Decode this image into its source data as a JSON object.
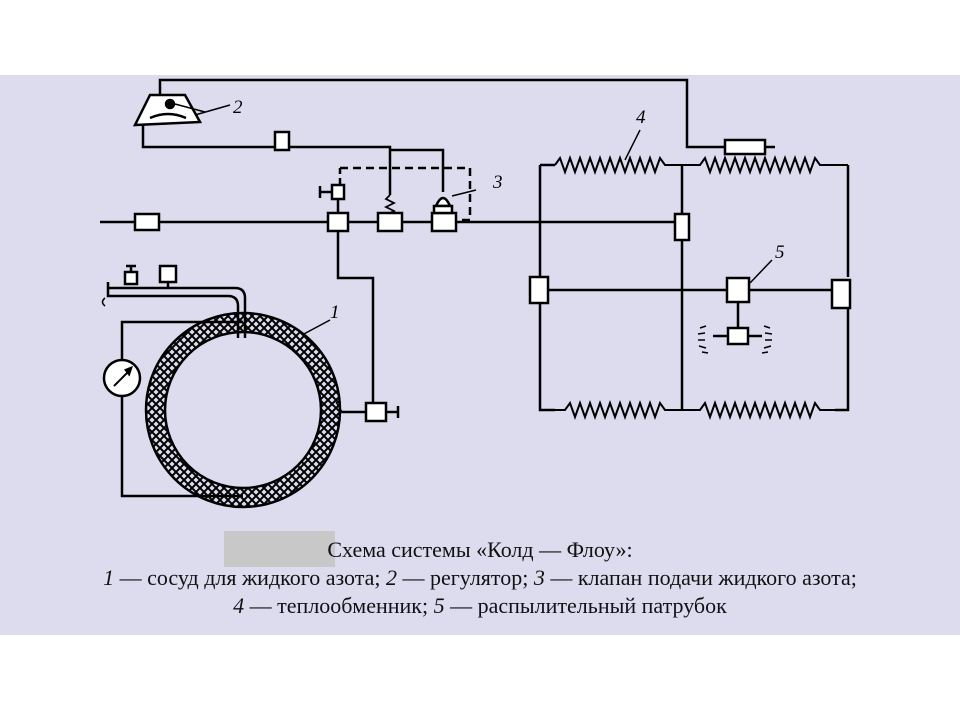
{
  "diagram": {
    "labels": {
      "vessel": "1",
      "regulator": "2",
      "valve": "3",
      "heat_exchanger": "4",
      "nozzle": "5"
    }
  },
  "caption": {
    "title": "Схема системы «Колд — Флоу»:",
    "line2": [
      {
        "num": "1",
        "text": " — сосуд для жидкого азота; "
      },
      {
        "num": "2",
        "text": " — регулятор; "
      },
      {
        "num": "3",
        "text": " — клапан подачи жидкого азота;"
      }
    ],
    "line3": [
      {
        "num": "4",
        "text": " — теплообменник; "
      },
      {
        "num": "5",
        "text": " — распылительный патрубок"
      }
    ]
  },
  "colors": {
    "background": "#dcdcee",
    "line": "#000000",
    "mask": "#c8c8c8"
  }
}
